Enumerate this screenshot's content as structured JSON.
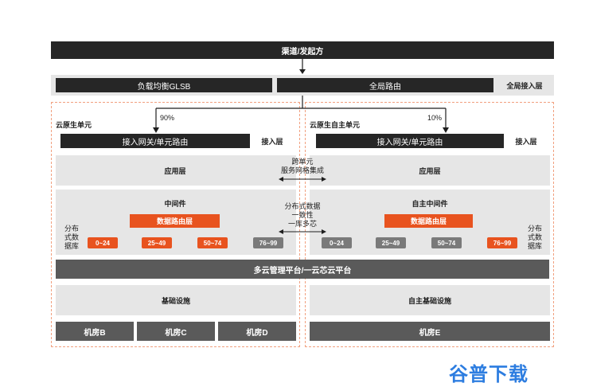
{
  "top": {
    "channel": "渠道/发起方",
    "glsb": "负载均衡GLSB",
    "global_route": "全局路由",
    "global_layer": "全局接入层"
  },
  "left_unit": {
    "title": "云原生单元",
    "percent": "90%",
    "gateway": "接入网关/单元路由",
    "access_layer": "接入层",
    "app_layer": "应用层",
    "middleware": "中间件",
    "data_route": "数据路由层",
    "db_label_lines": [
      "分布",
      "式数",
      "据库"
    ],
    "shards": [
      "0~24",
      "25~49",
      "50~74",
      "76~99"
    ],
    "infra": "基础设施",
    "rooms": [
      "机房B",
      "机房C",
      "机房D"
    ]
  },
  "right_unit": {
    "title": "云原生自主单元",
    "percent": "10%",
    "gateway": "接入网关/单元路由",
    "access_layer": "接入层",
    "app_layer": "应用层",
    "middleware": "自主中间件",
    "data_route": "数据路由层",
    "db_label_lines": [
      "分布",
      "式数",
      "据库"
    ],
    "shards": [
      "0~24",
      "25~49",
      "50~74",
      "76~99"
    ],
    "infra": "自主基础设施",
    "rooms": [
      "机房E"
    ]
  },
  "center": {
    "cross_lines": [
      "跨单元",
      "服务网格集成"
    ],
    "consistency_lines": [
      "分布式数据",
      "一致性",
      "一库多芯"
    ]
  },
  "platform": "多云管理平台/一云芯云平台",
  "watermark": "谷普下载",
  "colors": {
    "accent": "#e8531f",
    "dark": "#262626",
    "grey": "#7a7a7a",
    "panel": "#e6e6e6"
  }
}
